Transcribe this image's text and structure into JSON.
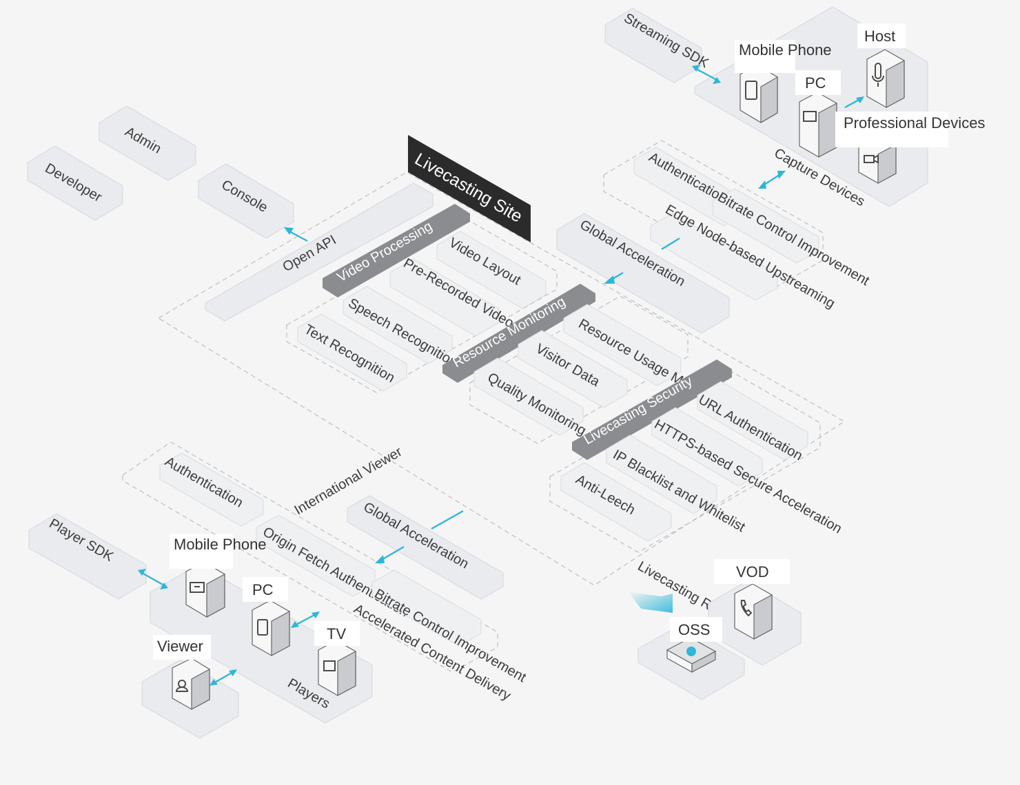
{
  "left_panel": {
    "admin": "Admin",
    "developer": "Developer",
    "console": "Console"
  },
  "site": {
    "title": "Livecasting Site",
    "open_api": "Open API"
  },
  "video_processing": {
    "title": "Video Processing",
    "items": [
      "Video Layout",
      "Pre-Recorded Videos",
      "Speech Recognition",
      "Text Recognition"
    ]
  },
  "resource_monitoring": {
    "title": "Resource Monitoring",
    "items": [
      "Resource Usage Monitoring",
      "Visitor Data",
      "Quality Monitoring"
    ]
  },
  "livecasting_security": {
    "title": "Livecasting Security",
    "items": [
      "URL Authentication",
      "HTTPS-based Secure Acceleration",
      "IP Blacklist and Whitelist",
      "Anti-Leech"
    ]
  },
  "upstream": {
    "items": [
      "Authentication",
      "Bitrate Control Improvement",
      "Edge Node-based Upstreaming",
      "Global Acceleration"
    ]
  },
  "capture": {
    "streaming_sdk": "Streaming SDK",
    "devices_label": "Capture Devices",
    "mobile_phone": "Mobile Phone",
    "pc": "PC",
    "host": "Host",
    "professional_devices": "Professional Devices"
  },
  "delivery": {
    "international_viewer": "International Viewer",
    "global_acceleration": "Global Acceleration",
    "authentication": "Authentication",
    "origin_fetch": "Origin Fetch Authentication",
    "bitrate": "Bitrate Control Improvement",
    "accelerated": "Accelerated Content Delivery"
  },
  "players": {
    "player_sdk": "Player SDK",
    "label": "Players",
    "mobile_phone": "Mobile Phone",
    "pc": "PC",
    "tv": "TV",
    "viewer": "Viewer"
  },
  "recording": {
    "label": "Livecasting Recording",
    "vod": "VOD",
    "oss": "OSS"
  },
  "colors": {
    "accent": "#2fb6d8",
    "bar": "#8a8c8f",
    "header": "#2b2b2b"
  }
}
